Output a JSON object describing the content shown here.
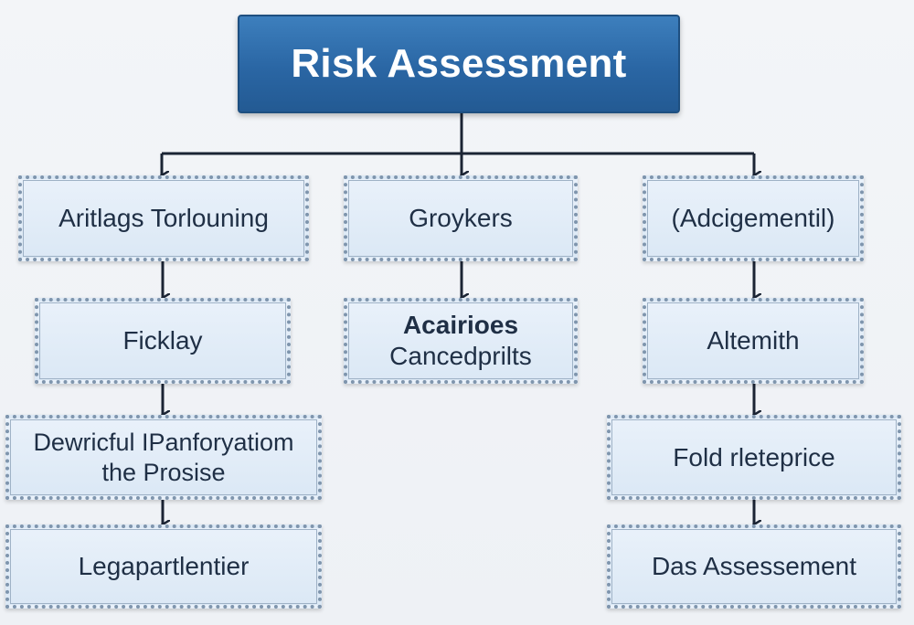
{
  "root": {
    "label": "Risk Assessment"
  },
  "columns": [
    {
      "nodes": [
        {
          "lines": [
            "Aritlags Torlouning"
          ]
        },
        {
          "lines": [
            "Ficklay"
          ]
        },
        {
          "lines": [
            "Dewricful IPanforyatiom",
            "the Prosise"
          ]
        },
        {
          "lines": [
            "Legapartlentier"
          ]
        }
      ]
    },
    {
      "nodes": [
        {
          "lines": [
            "Groykers"
          ]
        },
        {
          "lines": [
            "Acairioes",
            "Cancedprilts"
          ]
        }
      ]
    },
    {
      "nodes": [
        {
          "lines": [
            "(Adcigementil)"
          ]
        },
        {
          "lines": [
            "Altemith"
          ]
        },
        {
          "lines": [
            "Fold rleteprice"
          ]
        },
        {
          "lines": [
            "Das Assessement"
          ]
        }
      ]
    }
  ],
  "colors": {
    "root_fill": "#2a66a4",
    "node_fill": "#e3edf8",
    "node_border": "#7f95ad",
    "connector": "#1b2434",
    "text": "#1f2f45"
  }
}
